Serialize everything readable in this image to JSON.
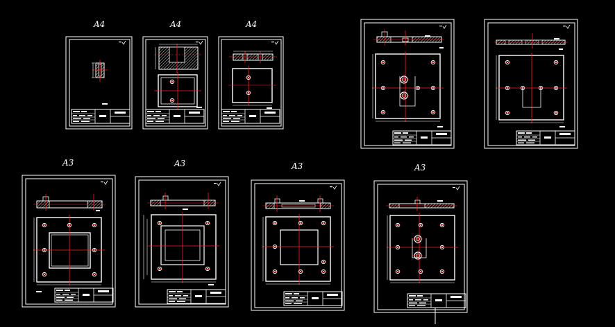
{
  "sheets": [
    {
      "id": "sheet-1",
      "label": "A4"
    },
    {
      "id": "sheet-2",
      "label": "A4"
    },
    {
      "id": "sheet-3",
      "label": "A4"
    },
    {
      "id": "sheet-4",
      "label": ""
    },
    {
      "id": "sheet-5",
      "label": ""
    },
    {
      "id": "sheet-6",
      "label": "A3"
    },
    {
      "id": "sheet-7",
      "label": "A3"
    },
    {
      "id": "sheet-8",
      "label": "A3"
    },
    {
      "id": "sheet-9",
      "label": "A3"
    }
  ],
  "colors": {
    "background": "#000000",
    "frame": "#ffffff",
    "centerline": "#ff2020",
    "hatch": "#c8c8c8"
  }
}
